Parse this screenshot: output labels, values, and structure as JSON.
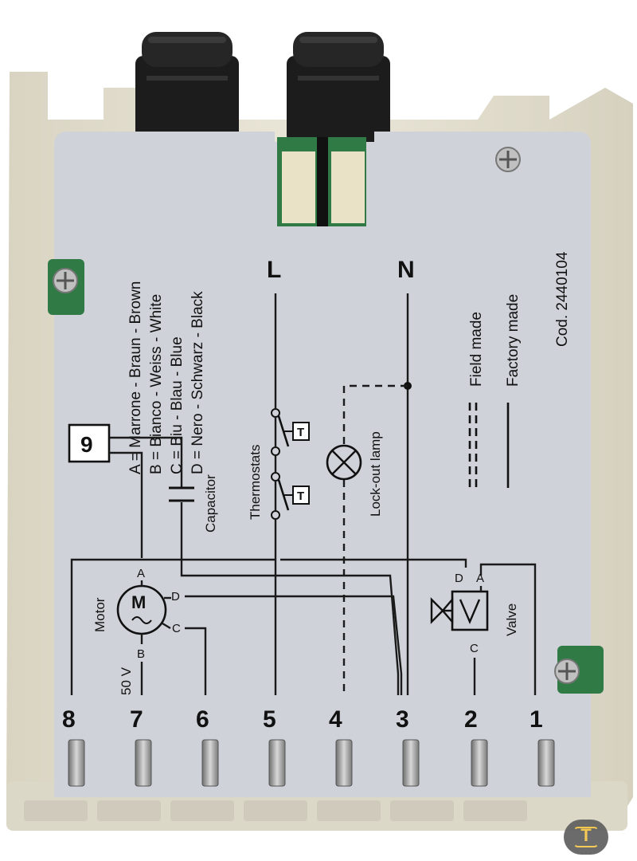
{
  "legend": {
    "a": "A = Marrone - Braun - Brown",
    "b": "B = Bianco - Weiss - White",
    "c": "C = Biu - Blau - Blue",
    "d": "D = Nero - Schwarz - Black"
  },
  "code": "Cod. 2440104",
  "line_types": {
    "field": "Field made",
    "factory": "Factory made"
  },
  "supply": {
    "l": "L",
    "n": "N"
  },
  "components": {
    "box9": "9",
    "capacitor": "Capacitor",
    "thermostats": "Thermostats",
    "thermostat_tag": "T",
    "lockout_lamp": "Lock-out lamp",
    "motor": "Motor",
    "motor_symbol": "M",
    "voltage": "50 V",
    "valve": "Valve"
  },
  "wire_letters": {
    "a": "A",
    "b": "B",
    "c": "C",
    "d": "D"
  },
  "terminals": [
    "8",
    "7",
    "6",
    "5",
    "4",
    "3",
    "2",
    "1"
  ],
  "colors": {
    "label_panel": "#cfd3d9",
    "housing": "#e6e2d2",
    "connector_black": "#1c1c1c",
    "pcb_green": "#2f7a45",
    "pin_metal": "#9a9a9a"
  },
  "icons": [
    "screw-icon",
    "lamp-icon",
    "motor-icon",
    "valve-icon",
    "capacitor-icon",
    "thermostat-switch-icon",
    "ocr-text-icon"
  ]
}
